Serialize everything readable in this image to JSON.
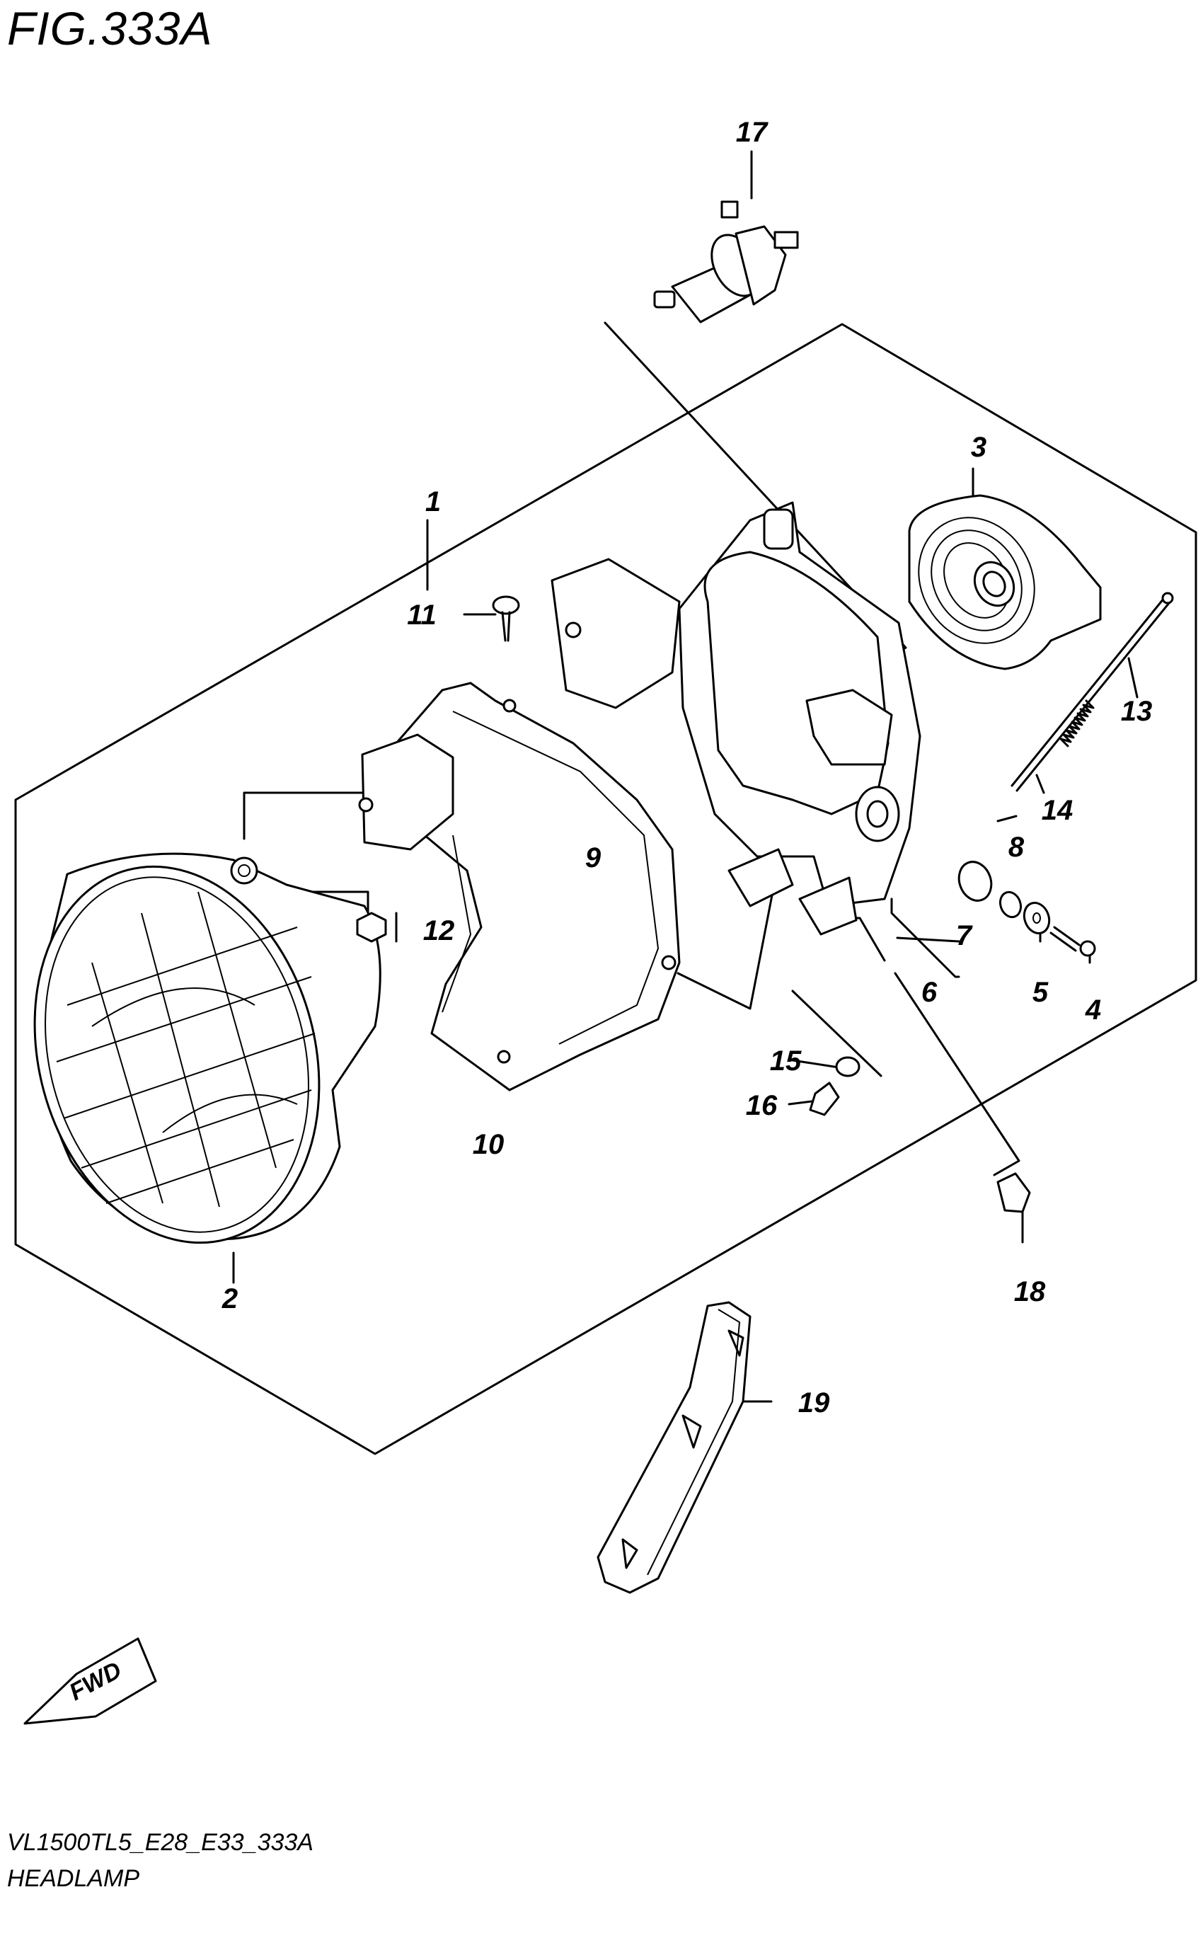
{
  "figure": {
    "title": "FIG.333A",
    "code": "VL1500TL5_E28_E33_333A",
    "name": "HEADLAMP"
  },
  "direction": {
    "label": "FWD"
  },
  "callouts": [
    "1",
    "2",
    "3",
    "4",
    "5",
    "6",
    "7",
    "8",
    "9",
    "10",
    "11",
    "12",
    "13",
    "14",
    "15",
    "16",
    "17",
    "18",
    "19"
  ]
}
